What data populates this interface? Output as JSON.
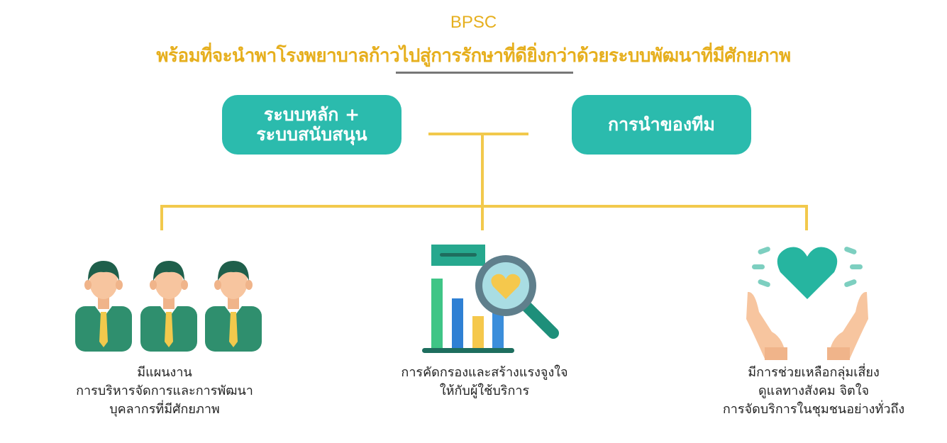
{
  "header": {
    "title": "BPSC",
    "subtitle": "พร้อมที่จะนำพาโรงพยาบาลก้าวไปสู่การรักษาที่ดียิ่งกว่าด้วยระบบพัฒนาที่มีศักยภาพ"
  },
  "boxes": [
    {
      "line1": "ระบบหลัก +",
      "line2": "ระบบสนับสนุน"
    },
    {
      "line1": "การนำของทีม"
    }
  ],
  "items": [
    {
      "lines": [
        "มีแผนงาน",
        "การบริหารจัดการและการพัฒนา",
        "บุคลากรที่มีศักยภาพ"
      ],
      "icon": "people-icon"
    },
    {
      "lines": [
        "การคัดกรองและสร้างแรงจูงใจ",
        "ให้กับผู้ใช้บริการ"
      ],
      "icon": "chart-magnifier-heart-icon"
    },
    {
      "lines": [
        "มีการช่วยเหลือกลุ่มเสี่ยง",
        "ดูแลทางสังคม จิตใจ",
        "การจัดบริการในชุมชนอย่างทั่วถึง"
      ],
      "icon": "hands-heart-icon"
    }
  ],
  "colors": {
    "title": "#E6AF1E",
    "teal": "#2BBBAD",
    "connector": "#F2C94C"
  }
}
